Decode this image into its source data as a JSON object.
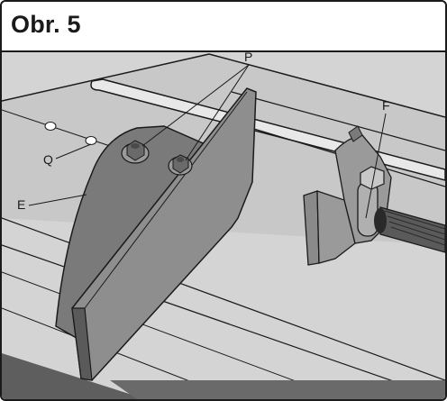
{
  "figure": {
    "title": "Obr. 5",
    "labels": {
      "P": "P",
      "F": "F",
      "Q": "Q",
      "E": "E"
    }
  },
  "colors": {
    "background": "#d4d4d4",
    "rail": "#b5b5b5",
    "part": "#7a7a7a",
    "part_dark": "#5a5a5a",
    "outline": "#1a1a1a",
    "bottom_band": "#5e5e5e"
  }
}
